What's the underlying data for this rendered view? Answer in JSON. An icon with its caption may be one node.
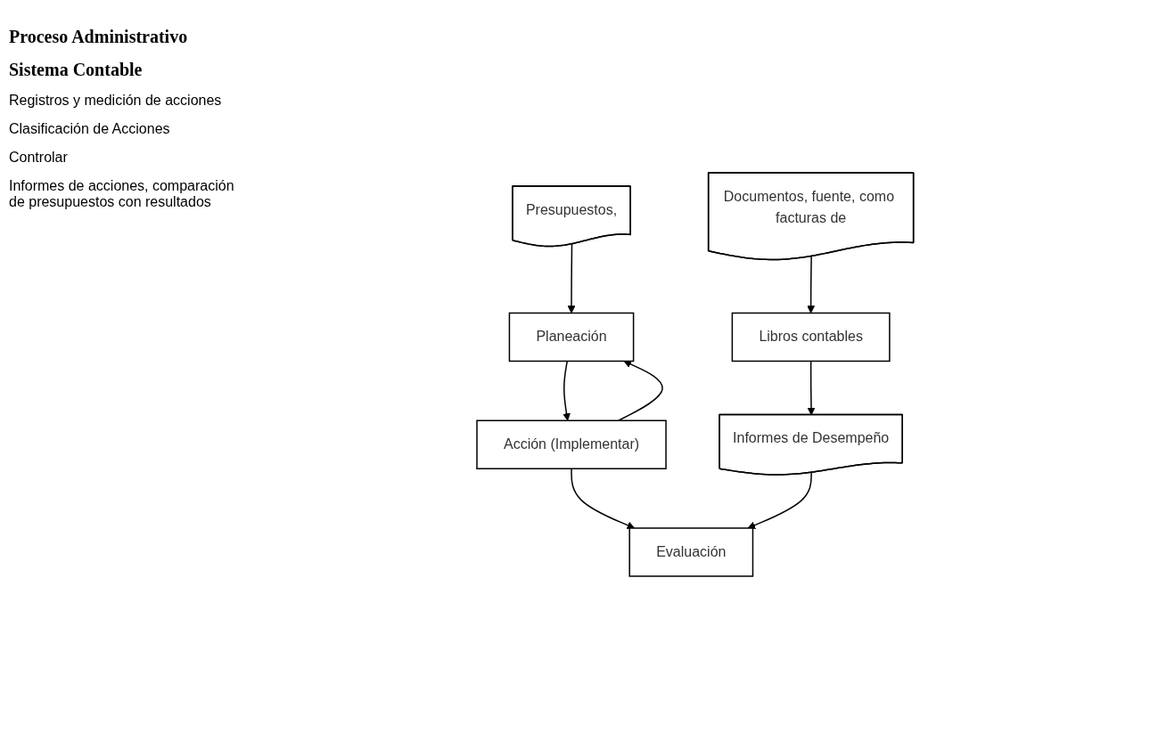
{
  "diagram": {
    "nodes": [
      {
        "text": [
          "Planeación"
        ]
      },
      {
        "text": [
          "Presupuestos,"
        ]
      },
      {
        "text": [
          "Documentos, fuente, como facturas de"
        ]
      },
      {
        "text": [
          "Acción (Implementar)"
        ]
      },
      {
        "text": [
          "Libros contables"
        ]
      },
      {
        "text": [
          "Evaluación"
        ]
      },
      {
        "text": [
          "Informes de Desempeño"
        ]
      }
    ],
    "edges": [
      {
        "from": 1,
        "to": 0,
        "arrow": "to"
      },
      {
        "from": 0,
        "to": 3,
        "arrow": "to"
      },
      {
        "from": 3,
        "to": 0,
        "arrow": "to"
      },
      {
        "from": 3,
        "to": 5,
        "arrow": "to"
      },
      {
        "from": 2,
        "to": 4,
        "arrow": "to"
      },
      {
        "from": 4,
        "to": 6,
        "arrow": "to"
      },
      {
        "from": 6,
        "to": 5,
        "arrow": "to"
      }
    ],
    "labels": [
      "Proceso Administrativo",
      "Sistema Contable",
      "Registros y medición de acciones",
      "Clasificación de Acciones",
      "Controlar",
      "Informes de acciones, comparación de presupuestos con resultados"
    ]
  }
}
